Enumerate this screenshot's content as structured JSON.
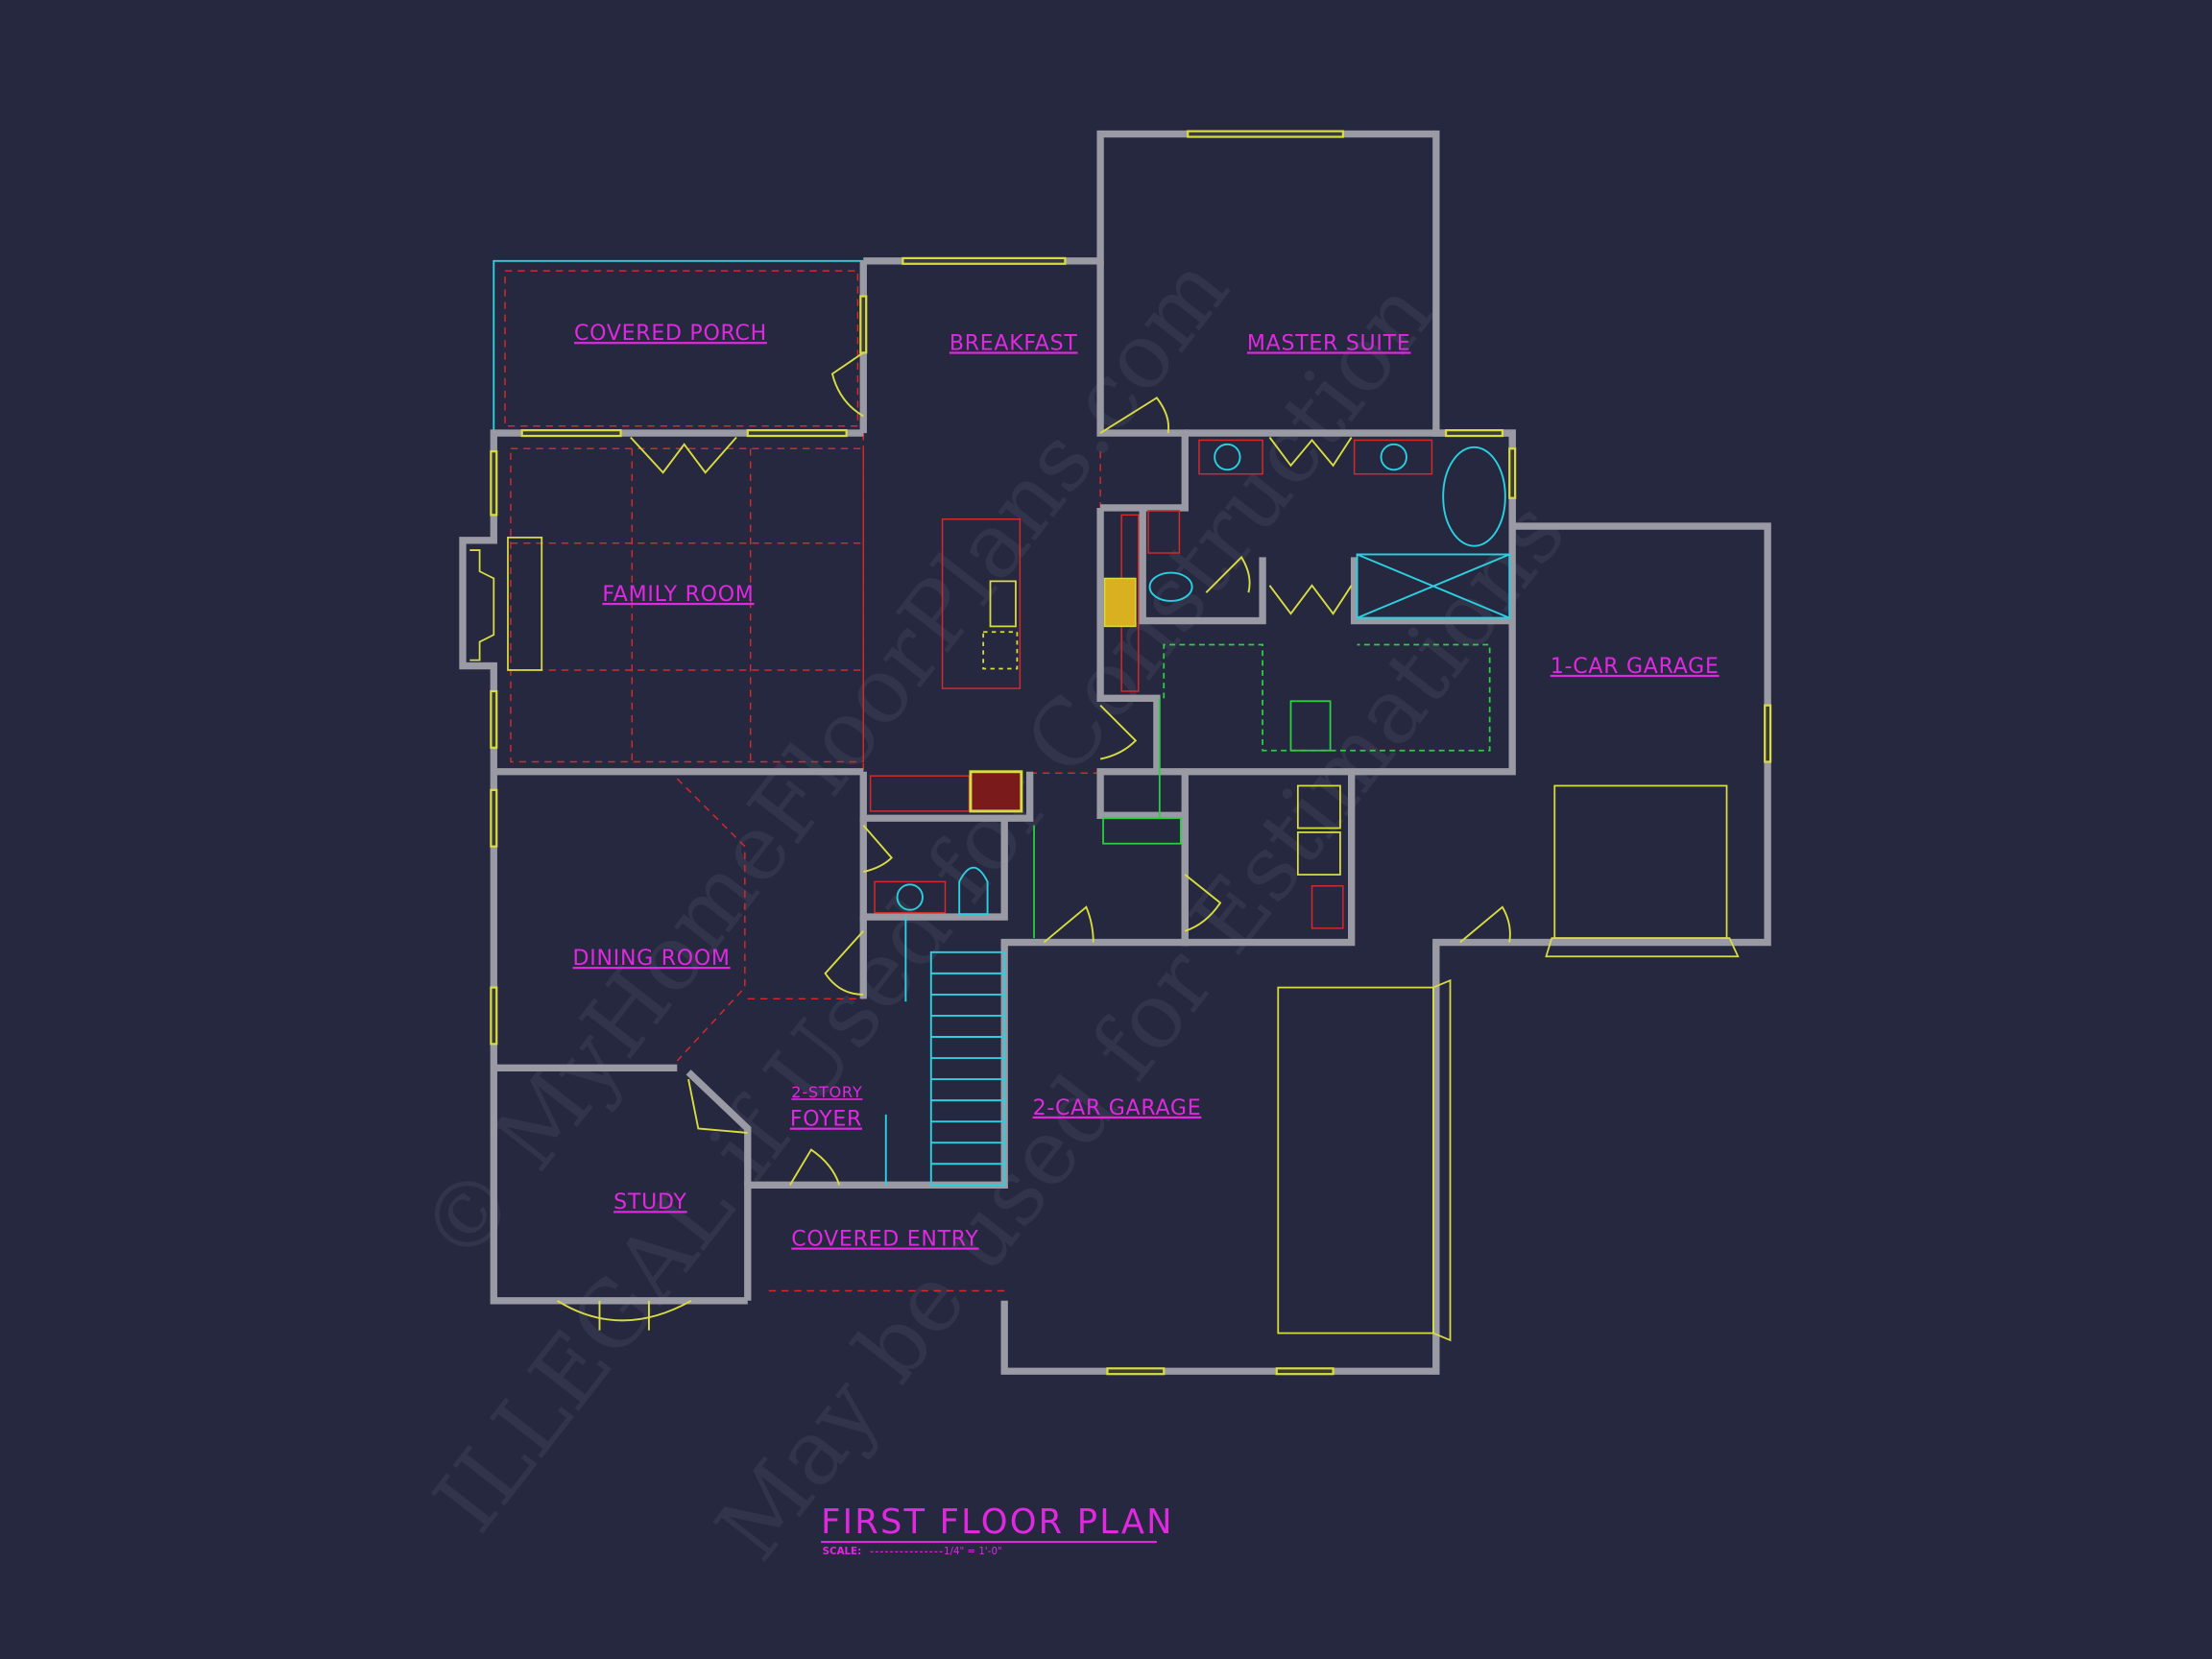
{
  "plan": {
    "title": "FIRST FLOOR PLAN",
    "scale_label": "SCALE:",
    "scale_value": "1/4\" = 1'-0\"",
    "rooms": {
      "covered_porch": "COVERED PORCH",
      "breakfast": "BREAKFAST",
      "master_suite": "MASTER SUITE",
      "family_room": "FAMILY ROOM",
      "one_car_garage": "1-CAR GARAGE",
      "dining_room": "DINING ROOM",
      "two_car_garage": "2-CAR GARAGE",
      "two_story": "2-STORY",
      "foyer": "FOYER",
      "study": "STUDY",
      "covered_entry": "COVERED ENTRY"
    }
  },
  "watermark": {
    "line1": "© MyHomeFloorPlans.com",
    "line2": "ILLEGAL if Used for Construction",
    "line3": "May be used for Estimations"
  },
  "colors": {
    "background": "#262840",
    "walls": "#9a9aa5",
    "labels": "#e028e0",
    "fixtures": "#d8dc40"
  }
}
